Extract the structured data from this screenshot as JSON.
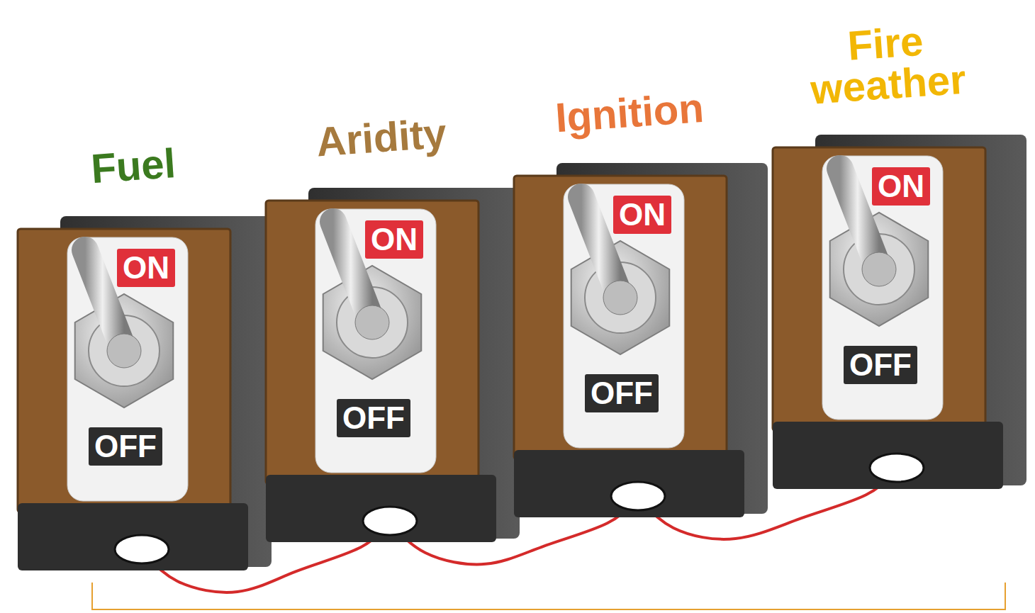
{
  "diagram": {
    "nodes": [
      {
        "text": [
          "Fuel",
          "ON",
          "OFF"
        ]
      },
      {
        "text": [
          "Aridity",
          "ON",
          "OFF"
        ]
      },
      {
        "text": [
          "Ignition",
          "ON",
          "OFF"
        ]
      },
      {
        "text": [
          "Fire weather",
          "ON",
          "OFF"
        ]
      }
    ],
    "edges": [
      {
        "from": 0,
        "to": 1,
        "arrow": "none"
      },
      {
        "from": 1,
        "to": 2,
        "arrow": "none"
      },
      {
        "from": 2,
        "to": 3,
        "arrow": "none"
      }
    ]
  }
}
